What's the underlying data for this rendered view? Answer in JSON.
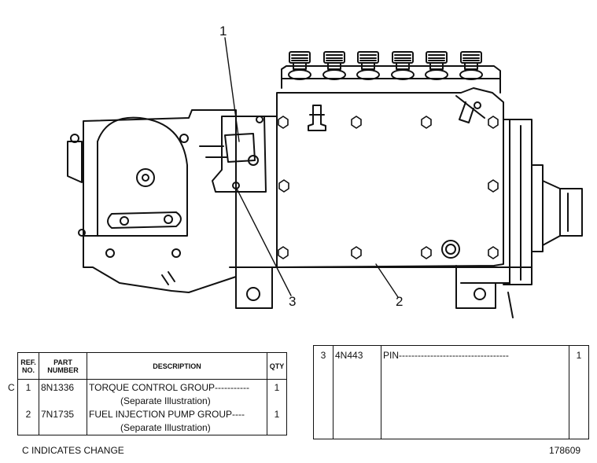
{
  "callouts": {
    "c1": "1",
    "c2": "2",
    "c3": "3"
  },
  "left_table": {
    "headers": {
      "ref": "REF. NO.",
      "part": "PART NUMBER",
      "desc": "DESCRIPTION",
      "qty": "QTY"
    },
    "rows": [
      {
        "change": "C",
        "ref": "1",
        "part": "8N1336",
        "desc": "TORQUE CONTROL GROUP-----------",
        "note": "(Separate Illustration)",
        "qty": "1"
      },
      {
        "change": "",
        "ref": "2",
        "part": "7N1735",
        "desc": "FUEL INJECTION PUMP GROUP----",
        "note": "(Separate Illustration)",
        "qty": "1"
      }
    ]
  },
  "right_table": {
    "rows": [
      {
        "ref": "3",
        "part": "4N443",
        "desc": "PIN-----------------------------------",
        "qty": "1"
      }
    ]
  },
  "footer": {
    "legend": "C INDICATES CHANGE",
    "illustration_number": "178609"
  }
}
